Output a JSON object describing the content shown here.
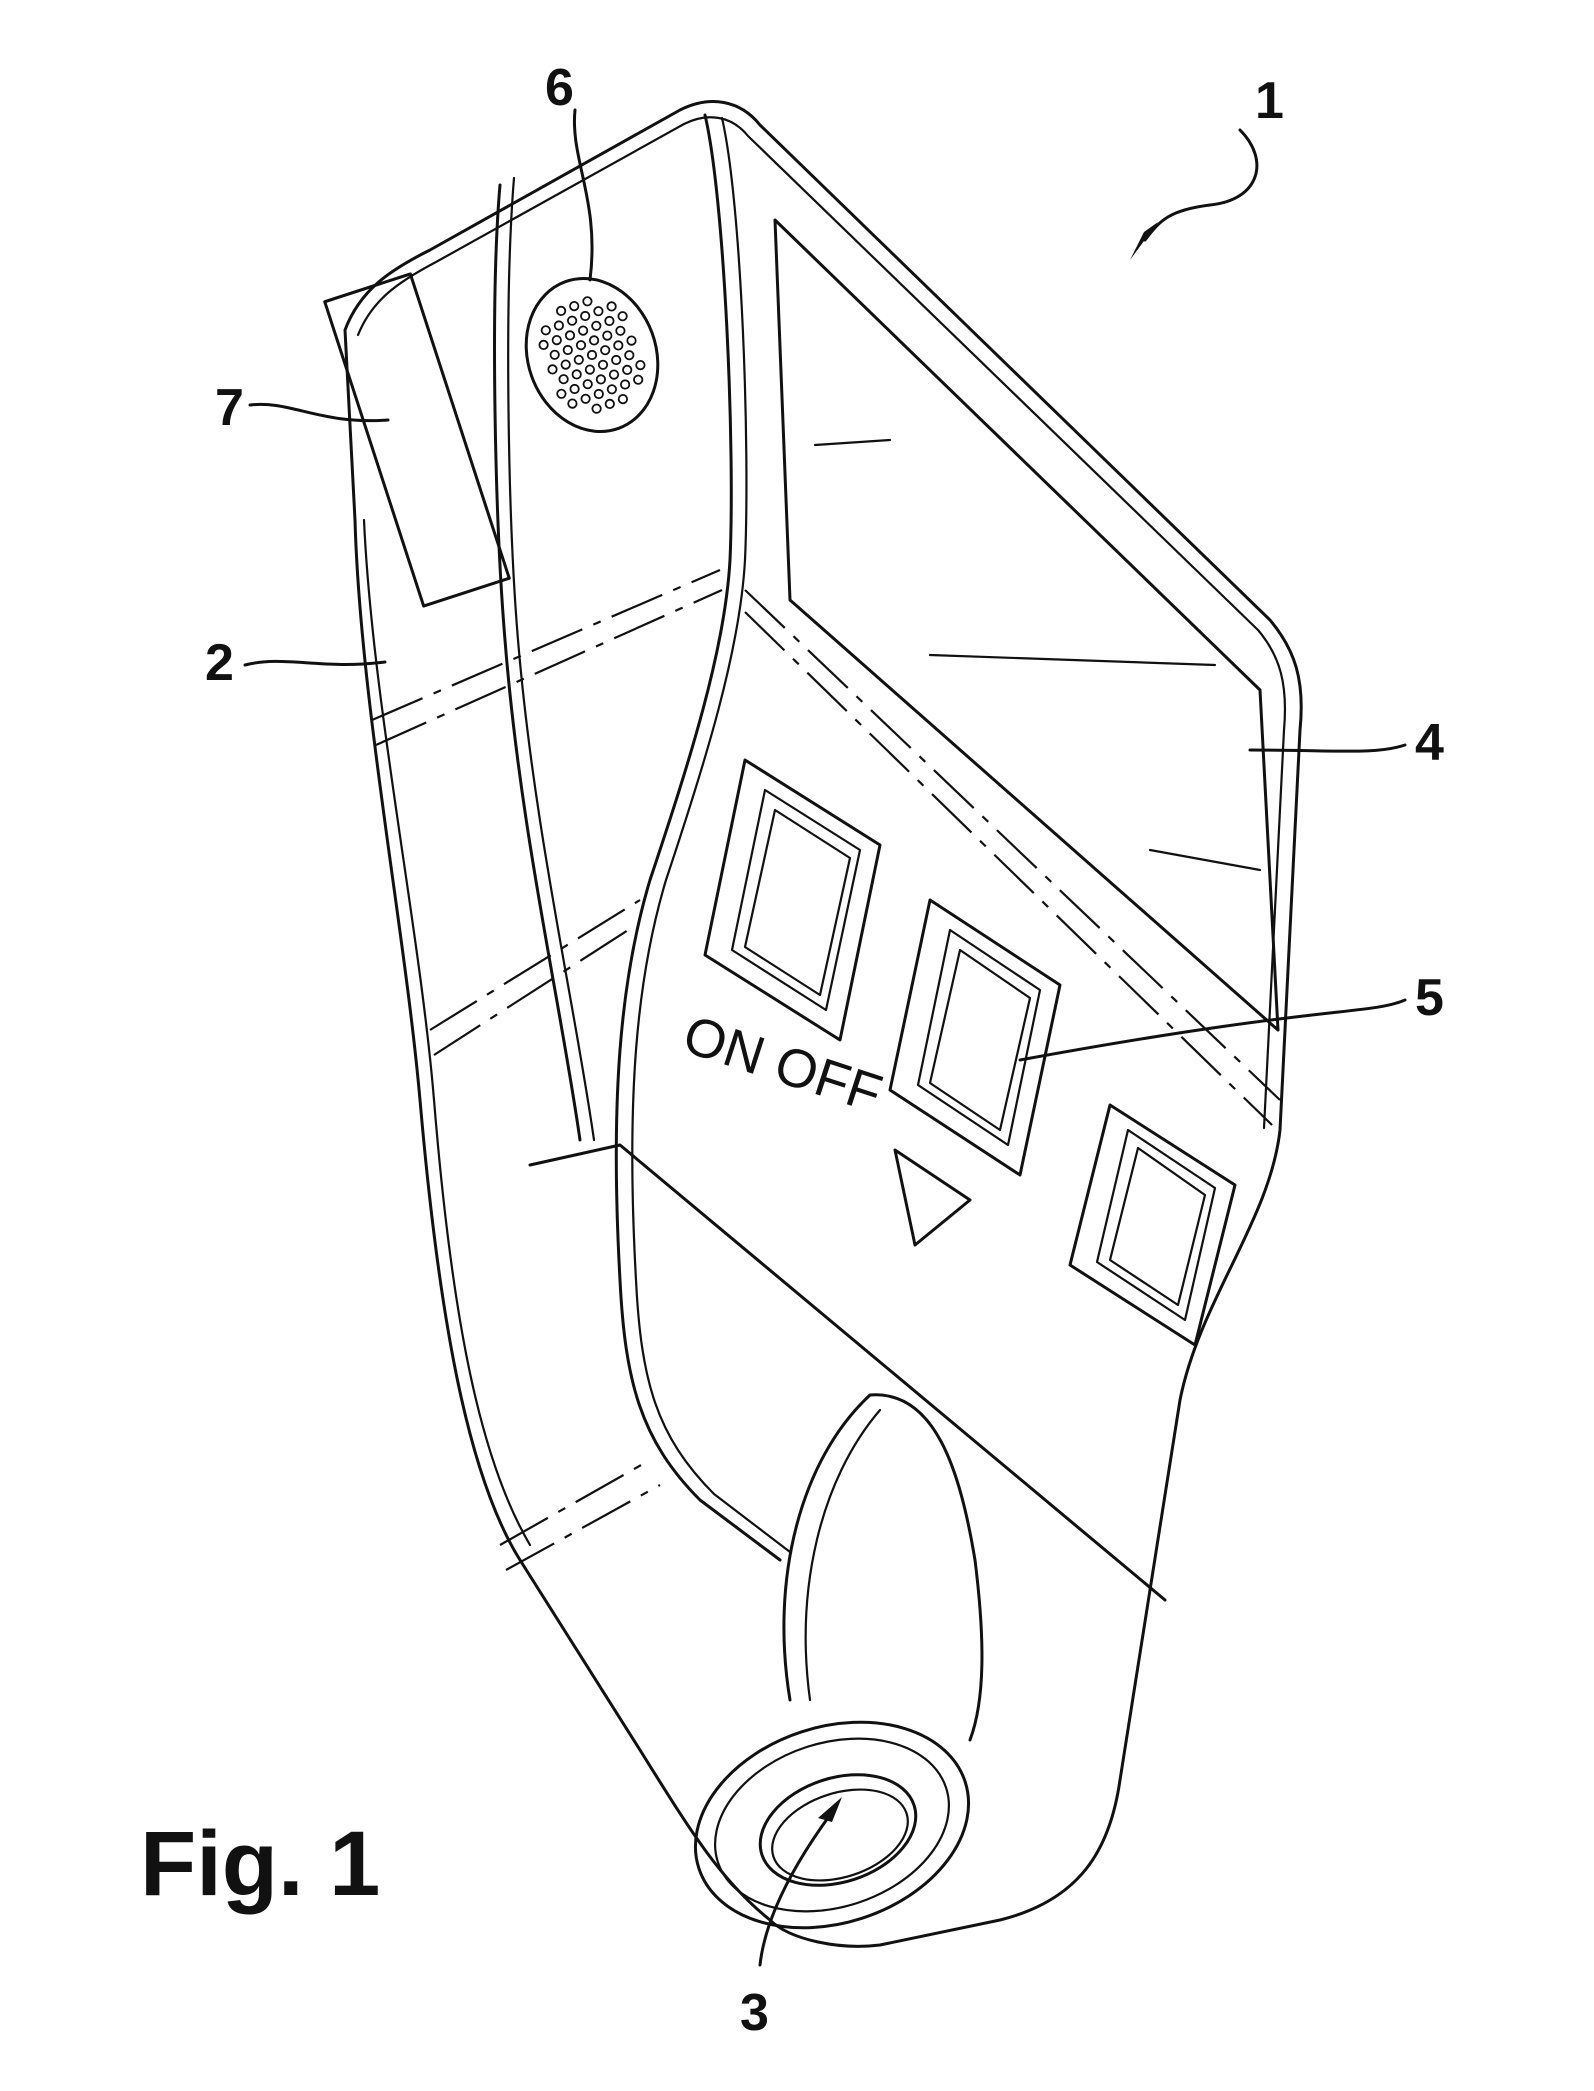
{
  "figure": {
    "caption": "Fig. 1",
    "device_labels": {
      "power_button": "ON OFF"
    },
    "reference_numerals": [
      {
        "id": "device",
        "text": "1"
      },
      {
        "id": "housing",
        "text": "2"
      },
      {
        "id": "sensor",
        "text": "3"
      },
      {
        "id": "display",
        "text": "4"
      },
      {
        "id": "button",
        "text": "5"
      },
      {
        "id": "speaker",
        "text": "6"
      },
      {
        "id": "window",
        "text": "7"
      }
    ]
  }
}
